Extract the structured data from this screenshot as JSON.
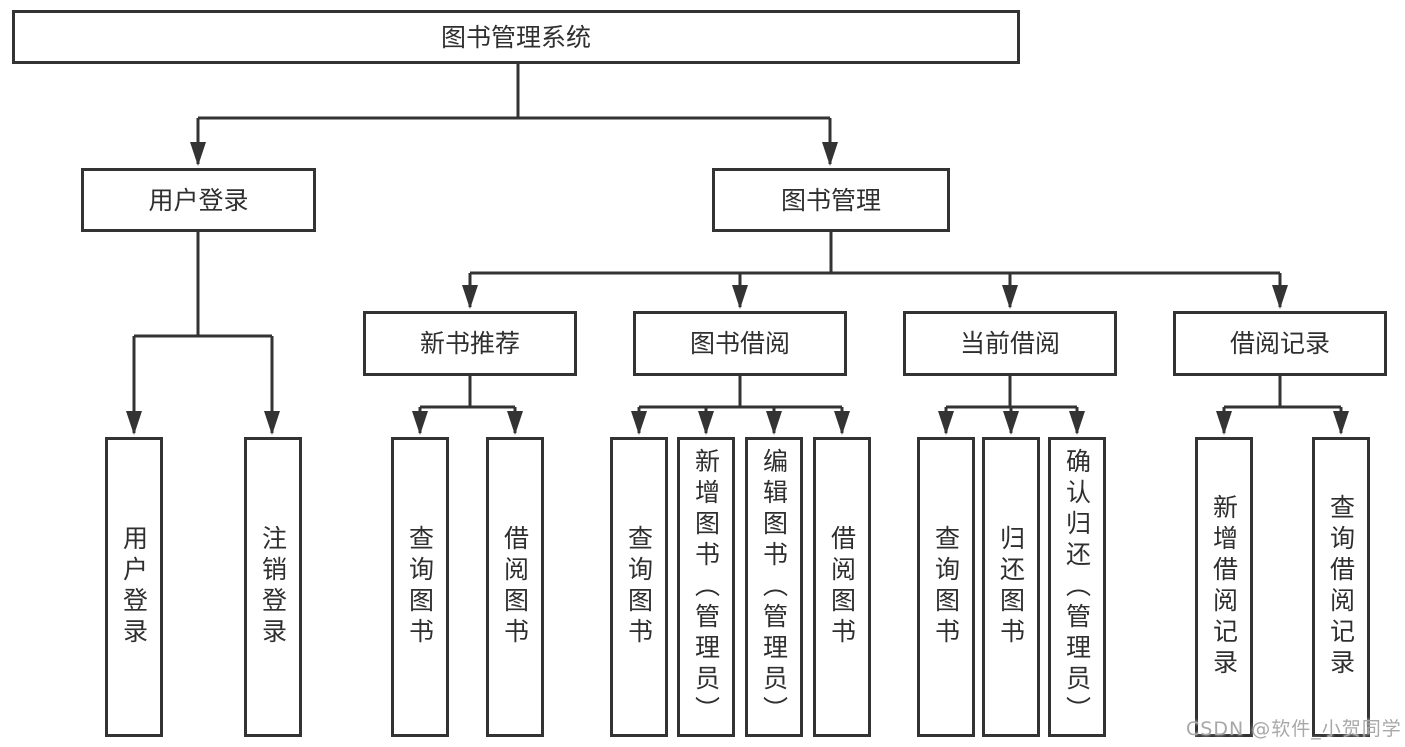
{
  "tree": {
    "root": {
      "label": "图书管理系统"
    },
    "children": [
      {
        "label": "用户登录",
        "children": [
          {
            "label": "用户登录"
          },
          {
            "label": "注销登录"
          }
        ]
      },
      {
        "label": "图书管理",
        "children": [
          {
            "label": "新书推荐",
            "children": [
              {
                "label": "查询图书"
              },
              {
                "label": "借阅图书"
              }
            ]
          },
          {
            "label": "图书借阅",
            "children": [
              {
                "label": "查询图书"
              },
              {
                "label": "新增图书（管理员）"
              },
              {
                "label": "编辑图书（管理员）"
              },
              {
                "label": "借阅图书"
              }
            ]
          },
          {
            "label": "当前借阅",
            "children": [
              {
                "label": "查询图书"
              },
              {
                "label": "归还图书"
              },
              {
                "label": "确认归还（管理员）"
              }
            ]
          },
          {
            "label": "借阅记录",
            "children": [
              {
                "label": "新增借阅记录"
              },
              {
                "label": "查询借阅记录"
              }
            ]
          }
        ]
      }
    ]
  },
  "watermark": {
    "text": "CSDN @软件_小贺同学"
  },
  "colors": {
    "line": "#333333",
    "text": "#2f2f2f",
    "watermark": "#a8a8a8",
    "background": "#ffffff"
  }
}
